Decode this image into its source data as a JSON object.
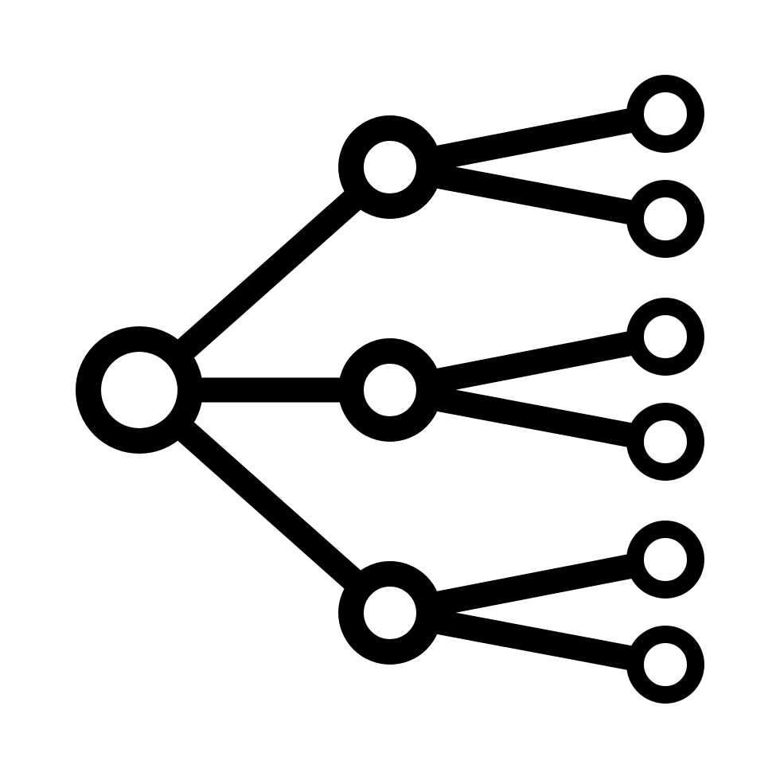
{
  "icon": {
    "name": "hierarchy-tree-icon",
    "stroke_color": "#000000",
    "background_color": "#ffffff",
    "structure": {
      "root": 1,
      "branches": 3,
      "leaves_per_branch": 2
    }
  }
}
